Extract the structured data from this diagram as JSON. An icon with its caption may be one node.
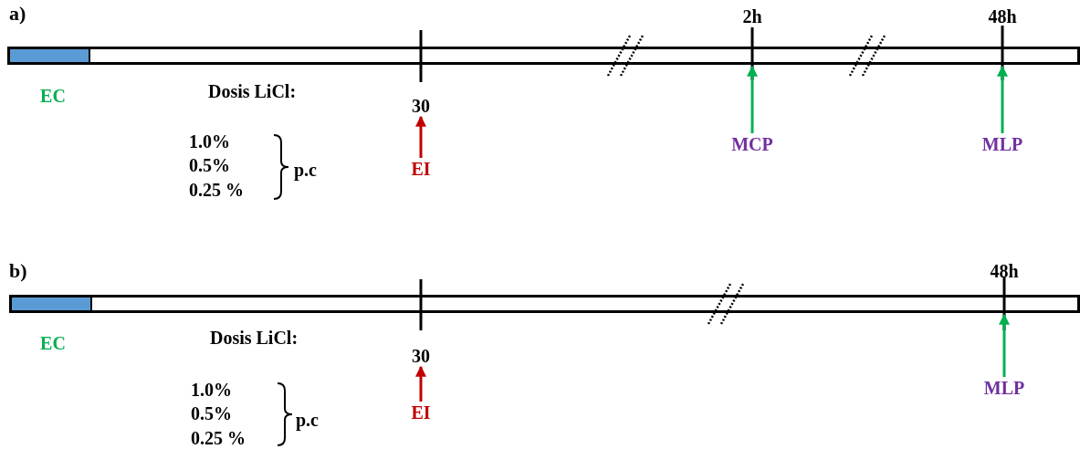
{
  "diagram": {
    "nodes": [
      {
        "text": [],
        "shape": "bar"
      },
      {
        "text": [],
        "shape": "box",
        "in": 0,
        "beside": [
          "EC"
        ]
      },
      {
        "text": [
          "30"
        ]
      },
      {
        "text": [
          "EI"
        ]
      },
      {
        "text": [
          "MCP"
        ]
      },
      {
        "text": [
          "MLP"
        ]
      },
      {
        "text": [],
        "shape": "bar"
      },
      {
        "text": [],
        "shape": "box",
        "in": 6,
        "beside": [
          "EC"
        ]
      },
      {
        "text": [
          "30"
        ]
      },
      {
        "text": [
          "EI"
        ]
      },
      {
        "text": [
          "MLP"
        ]
      }
    ],
    "edges": [
      {
        "from": 3,
        "to": 2,
        "arrow": "to",
        "color": "#c00000"
      },
      {
        "from": 4,
        "to": 0,
        "arrow": "to"
      },
      {
        "from": 5,
        "to": 0,
        "arrow": "to"
      },
      {
        "from": 9,
        "to": 8,
        "arrow": "to",
        "color": "#c00000"
      },
      {
        "from": 10,
        "to": 6,
        "arrow": "to"
      }
    ],
    "labels": [
      "a)",
      "2h",
      "48h",
      "Dosis LiCl:",
      "1.0%",
      "0.5%",
      "0.25 %",
      "p.c",
      "b)",
      "48h",
      "Dosis LiCl:",
      "1.0%",
      "0.5%",
      "0.25 %",
      "p.c"
    ]
  }
}
